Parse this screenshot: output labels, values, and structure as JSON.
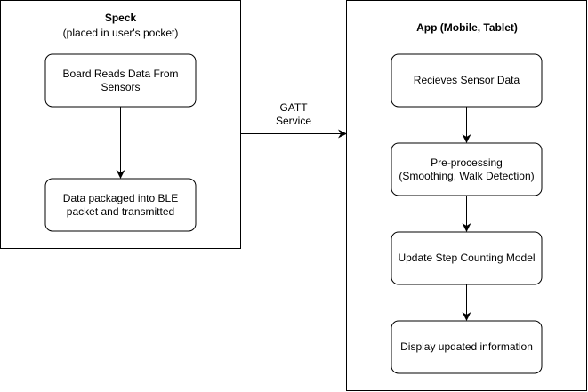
{
  "speck": {
    "title": "Speck",
    "subtitle": "(placed in user's pocket)",
    "steps": [
      {
        "line1": "Board Reads Data From",
        "line2": "Sensors"
      },
      {
        "line1": "Data packaged into BLE",
        "line2": "packet and transmitted"
      }
    ]
  },
  "link": {
    "line1": "GATT",
    "line2": "Service"
  },
  "app": {
    "title": "App (Mobile, Tablet)",
    "steps": [
      {
        "line1": "Recieves Sensor Data",
        "line2": ""
      },
      {
        "line1": "Pre-processing",
        "line2": "(Smoothing, Walk Detection)"
      },
      {
        "line1": "Update Step Counting Model",
        "line2": ""
      },
      {
        "line1": "Display updated information",
        "line2": ""
      }
    ]
  },
  "colors": {
    "stroke": "#000000",
    "fill": "#ffffff"
  }
}
